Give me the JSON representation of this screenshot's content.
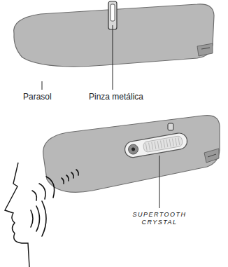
{
  "diagram": {
    "labels": [
      "Parasol",
      "Pinza metálica",
      "SUPERTOOTH CRYSTAL"
    ]
  }
}
